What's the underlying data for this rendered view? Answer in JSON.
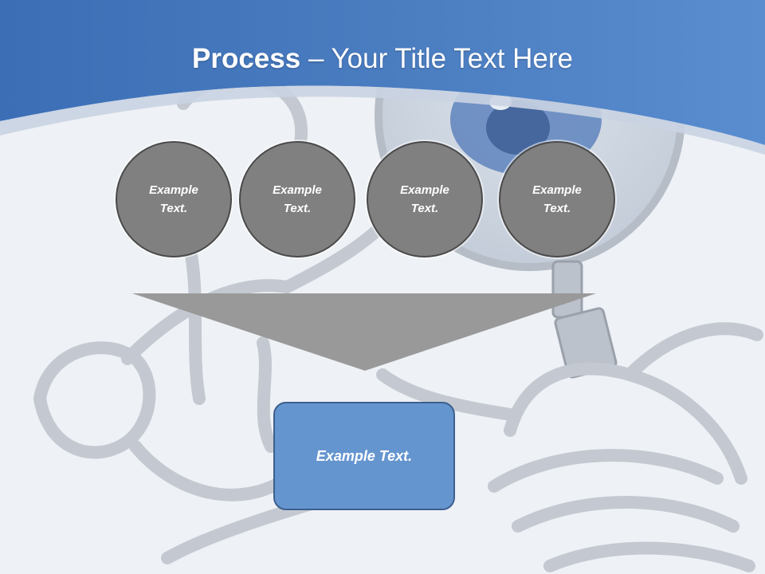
{
  "title": {
    "bold": "Process",
    "rest": " – Your Title Text Here"
  },
  "steps": [
    {
      "line1": "Example",
      "line2": "Text."
    },
    {
      "line1": "Example",
      "line2": "Text."
    },
    {
      "line1": "Example",
      "line2": "Text."
    },
    {
      "line1": "Example",
      "line2": "Text."
    }
  ],
  "result": {
    "label": "Example Text."
  },
  "colors": {
    "header_blue": "#4a7cc0",
    "circle_fill": "#808080",
    "funnel_fill": "#999999",
    "result_fill": "#6595cf"
  },
  "background_illustration": "magnifying-glass-detective-hand"
}
